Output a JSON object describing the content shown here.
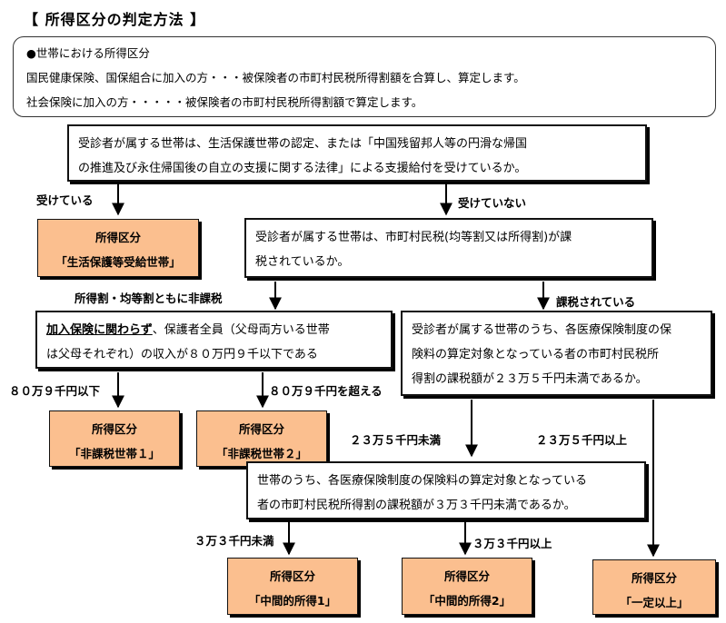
{
  "title": "【 所得区分の判定方法 】",
  "info": {
    "line1": "●世帯における所得区分",
    "line2": "国民健康保険、国保組合に加入の方・・・被保険者の市町村民税所得割額を合算し、算定します。",
    "line3": "社会保険に加入の方・・・・・被保険者の市町村民税所得割額で算定します。"
  },
  "q1": {
    "line1": "受診者が属する世帯は、生活保護世帯の認定、または「中国残留邦人等の円滑な帰国",
    "line2": "の推進及び永住帰国後の自立の支援に関する法律」による支援給付を受けているか。"
  },
  "labels": {
    "receiving": "受けている",
    "not_receiving": "受けていない",
    "no_tax": "所得割・均等割ともに非課税",
    "taxed": "課税されている",
    "under_809": "８０万９千円以下",
    "over_809": "８０万９千円を超える",
    "under_235": "２３万５千円未満",
    "over_235": "２３万５千円以上",
    "under_33": "３万３千円未満",
    "over_33": "３万３千円以上"
  },
  "r_welfare": {
    "head": "所得区分",
    "name": "「生活保護等受給世帯」"
  },
  "q2": {
    "line1": "受診者が属する世帯は、市町村民税(均等割又は所得割)が課",
    "line2": "税されているか。"
  },
  "q3": {
    "underlined": "加入保険に関わらず",
    "line1_rest": "、保護者全員（父母両方いる世帯",
    "line2": "は父母それぞれ）の収入が８０万円９千以下である"
  },
  "q4": {
    "line1": "受診者が属する世帯のうち、各医療保険制度の保",
    "line2": "険料の算定対象となっている者の市町村民税所",
    "line3": "得割の課税額が２３万５千円未満であるか。"
  },
  "r_nontax1": {
    "head": "所得区分",
    "name": "「非課税世帯１」"
  },
  "r_nontax2": {
    "head": "所得区分",
    "name": "「非課税世帯２」"
  },
  "q5": {
    "line1": "世帯のうち、各医療保険制度の保険料の算定対象となっている",
    "line2": "者の市町村民税所得割の課税額が３万３千円未満であるか。"
  },
  "r_mid1": {
    "head": "所得区分",
    "name": "「中間的所得1」"
  },
  "r_mid2": {
    "head": "所得区分",
    "name": "「中間的所得2」"
  },
  "r_high": {
    "head": "所得区分",
    "name": "「一定以上」"
  }
}
